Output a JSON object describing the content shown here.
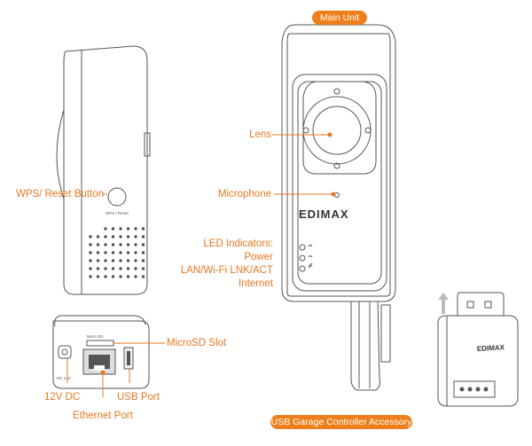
{
  "titles": {
    "main_unit": "Main Unit",
    "accessory": "USB Garage Controller Accessory"
  },
  "labels": {
    "wps_reset_button": "WPS/ Reset Button",
    "lens": "Lens",
    "microphone": "Microphone",
    "led_indicators": "LED Indicators:",
    "power": "Power",
    "lan_wifi": "LAN/Wi-Fi LNK/ACT",
    "internet": "Internet",
    "microsd_slot": "MicroSD Slot",
    "dc_12v": "12V DC",
    "usb_port": "USB Port",
    "ethernet_port": "Ethernet Port"
  },
  "device_print": {
    "brand": "EDIMAX",
    "wps_caption": "WPS / Reset",
    "usb_brand": "EDIMAX",
    "dc_small": "DC 12V",
    "microsd_small": "Micro SD"
  },
  "colors": {
    "accent": "#ef7f1a",
    "label": "#e87722",
    "outline": "#555555"
  }
}
